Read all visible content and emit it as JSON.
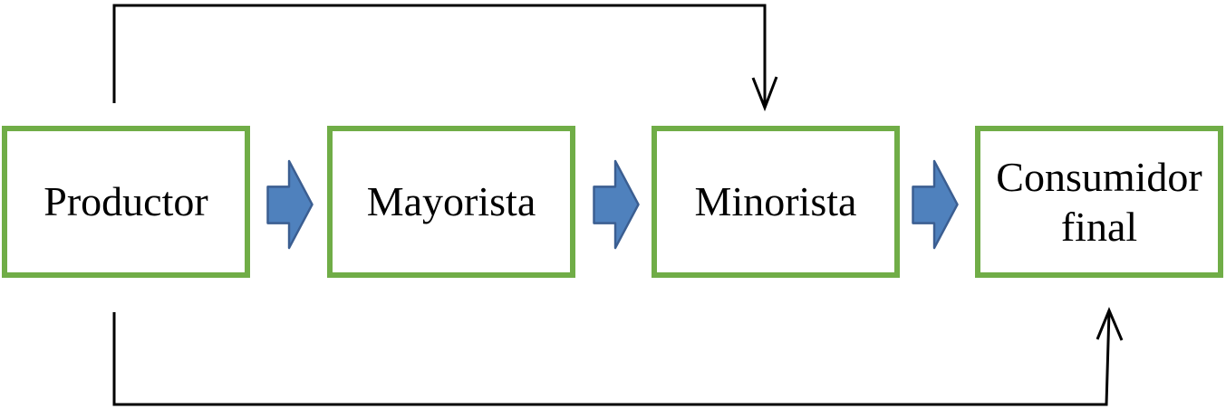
{
  "diagram": {
    "type": "flow",
    "nodes": [
      {
        "id": "productor",
        "label": "Productor"
      },
      {
        "id": "mayorista",
        "label": "Mayorista"
      },
      {
        "id": "minorista",
        "label": "Minorista"
      },
      {
        "id": "consumidor",
        "label": "Consumidor final"
      }
    ],
    "connections": [
      {
        "from": "Productor",
        "to": "Mayorista",
        "style": "blue-block-arrow"
      },
      {
        "from": "Mayorista",
        "to": "Minorista",
        "style": "blue-block-arrow"
      },
      {
        "from": "Minorista",
        "to": "Consumidor final",
        "style": "blue-block-arrow"
      },
      {
        "from": "Productor",
        "to": "Minorista",
        "style": "thin-line-arrow-over-top"
      },
      {
        "from": "Productor",
        "to": "Consumidor final",
        "style": "thin-line-arrow-under-bottom"
      }
    ]
  },
  "colors": {
    "box_border": "#70AD47",
    "box_fill": "#FFFFFF",
    "arrow_fill": "#4F81BD",
    "arrow_stroke": "#3B5E91",
    "connector": "#000000",
    "text": "#000000",
    "page_bg": "#FFFFFF"
  }
}
